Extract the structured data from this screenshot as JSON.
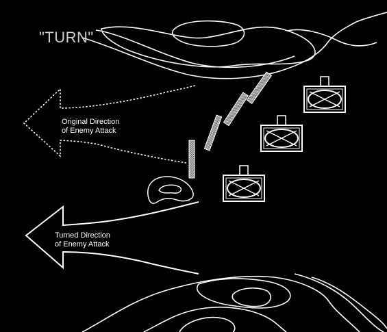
{
  "title": "\"TURN\"",
  "arrows": {
    "original": {
      "line1": "Original Direction",
      "line2": "of Enemy Attack",
      "style": "dotted"
    },
    "turned": {
      "line1": "Turned Direction",
      "line2": "of Enemy Attack",
      "style": "solid"
    }
  },
  "units": {
    "count": 3,
    "symbol": "armor-unit-icon"
  },
  "colors": {
    "background": "#000000",
    "foreground": "#ffffff",
    "title": "#cfcfcf",
    "barrier_fill": "#9a9a9a"
  }
}
